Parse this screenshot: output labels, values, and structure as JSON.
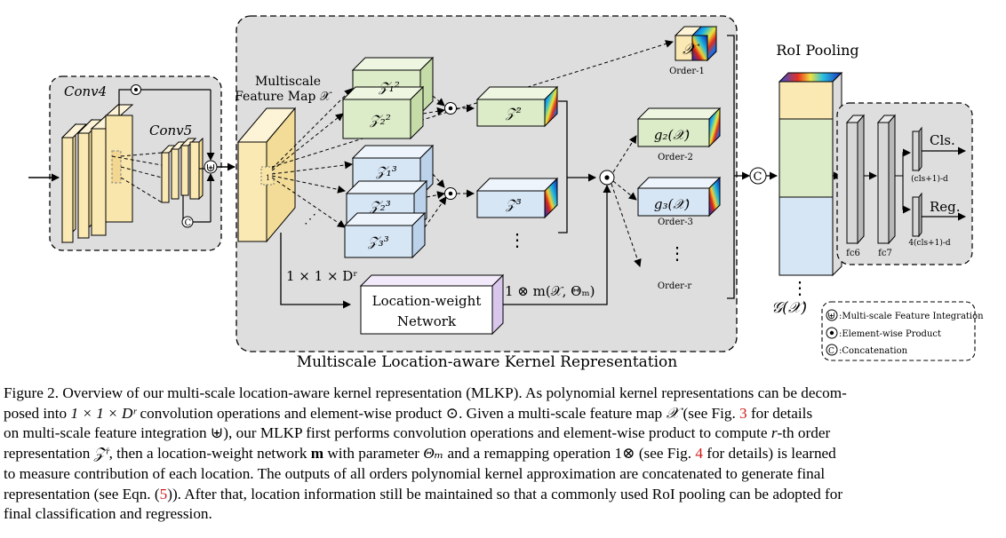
{
  "figure": {
    "conv4_label": "Conv4",
    "conv5_label": "Conv5",
    "multiscale_label_1": "Multiscale",
    "multiscale_label_2": "Feature Map 𝒳",
    "small_one": "1",
    "z_labels": [
      "𝒵₁²",
      "𝒵₂²",
      "𝒵₁³",
      "𝒵₂³",
      "𝒵₃³"
    ],
    "z2_label": "𝒵²",
    "z3_label": "𝒵³",
    "x_order_label": "𝒳",
    "order1": "Order-1",
    "g2_label": "g₂(𝒳)",
    "order2": "Order-2",
    "g3_label": "g₃(𝒳)",
    "order3": "Order-3",
    "order_r": "Order-r",
    "vdots": "⋮",
    "hdots": "⋰",
    "conv_kernel_label": "1 × 1 × Dʳ",
    "loc_net_1": "Location-weight",
    "loc_net_2": "Network",
    "remap_label": "1 ⊗ m(𝒳, Θₘ)",
    "box_title": "Multiscale Location-aware Kernel Representation",
    "roi_label": "RoI Pooling",
    "gx_label": "𝒢(𝒳)",
    "fc6": "fc6",
    "fc7": "fc7",
    "cls": "Cls.",
    "reg": "Reg.",
    "cls_dim": "(cls+1)-d",
    "reg_dim": "4(cls+1)-d",
    "legend": {
      "integration": ":Multi-scale Feature Integration",
      "product": ":Element-wise Product",
      "concat": ":Concatenation"
    },
    "symbols": {
      "plus": "⊎",
      "dot": "•",
      "concat": "C"
    },
    "colors": {
      "conv_yellow": "#fbe9b4",
      "green_block": "#dcebc8",
      "blue_block": "#d7e6f5",
      "purple_block": "#e6d9f2",
      "gray_panel": "#dedede",
      "fc_gray": "#d8d8d8"
    }
  },
  "caption": {
    "s1": "Figure 2. Overview of our multi-scale location-aware kernel representation (MLKP). As polynomial kernel representations can be decom-",
    "s2a": "posed into ",
    "s2b": "1 × 1 × Dʳ",
    "s2c": " convolution operations and element-wise product ⊙. Given a multi-scale feature map ",
    "s2d": "𝒳",
    "s2e": " (see Fig. ",
    "ref_fig3": "3",
    "s2f": " for details",
    "s3a": "on multi-scale feature integration ⊎), our MLKP first performs convolution operations and element-wise product to compute ",
    "s3b": "r",
    "s3c": "-th order",
    "s4a": "representation ",
    "s4b": "𝒵ʳ",
    "s4c": ", then a location-weight network ",
    "s4d": "m",
    "s4e": " with parameter ",
    "s4f": "Θₘ",
    "s4g": " and a remapping operation 1⊗ (see Fig. ",
    "ref_fig4": "4",
    "s4h": " for details) is learned",
    "s5": "to measure contribution of each location. The outputs of all orders polynomial kernel approximation are concatenated to generate final",
    "s6a": "representation (see Eqn. (",
    "ref_eqn5": "5",
    "s6b": ")). After that, location information still be maintained so that a commonly used RoI pooling can be adopted for",
    "s7": "final classification and regression."
  }
}
